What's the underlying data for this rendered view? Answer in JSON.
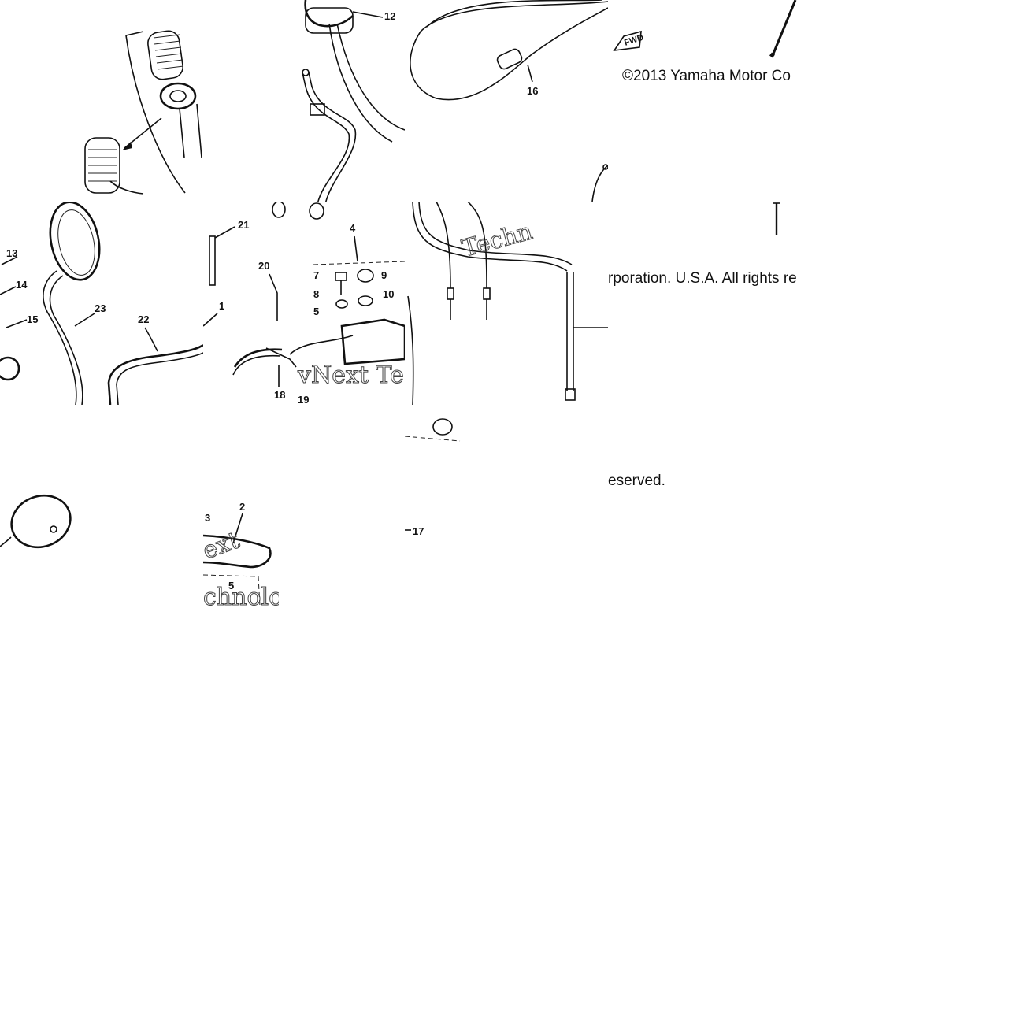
{
  "copyright": {
    "part1": "©2013 Yamaha Motor Co",
    "part2": "rporation. U.S.A. All rights re",
    "part3": "eserved."
  },
  "watermarks": {
    "w1": "vNext Te",
    "w2": "Techn",
    "w3": "chnolo",
    "w4": "ext"
  },
  "fwd_label": "FWD",
  "callouts": {
    "c1": "1",
    "c2": "2",
    "c3": "3",
    "c4": "4",
    "c5": "5",
    "c6": "5",
    "c7": "7",
    "c8": "8",
    "c9": "9",
    "c10": "10",
    "c12": "12",
    "c13": "13",
    "c14": "14",
    "c15": "15",
    "c16": "16",
    "c17": "17",
    "c18": "18",
    "c19": "19",
    "c20": "20",
    "c21": "21",
    "c22": "22",
    "c23": "23"
  }
}
